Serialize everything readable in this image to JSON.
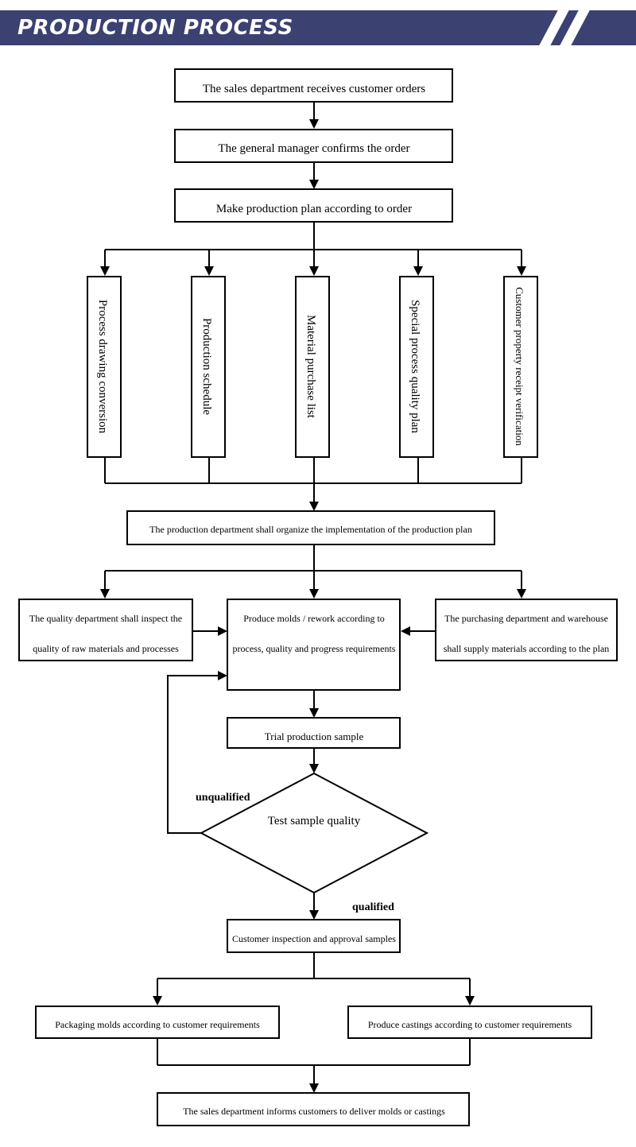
{
  "header": {
    "title": "PRODUCTION PROCESS"
  },
  "steps": {
    "receive_orders": "The sales department receives customer orders",
    "confirm_order": "The general manager confirms the order",
    "make_plan": "Make production plan according to order",
    "process_drawing": "Process drawing conversion",
    "production_schedule": "Production schedule",
    "material_purchase": "Material purchase list",
    "special_process": "Special process quality plan",
    "customer_property": "Customer property receipt verification",
    "organize_implementation": "The production department shall organize the implementation of the production plan",
    "quality_inspect_line1": "The quality department shall inspect the",
    "quality_inspect_line2": "quality of raw materials and processes",
    "produce_molds_line1": "Produce molds / rework according to",
    "produce_molds_line2": "process, quality and progress requirements",
    "purchasing_line1": "The purchasing department and warehouse",
    "purchasing_line2": "shall supply materials according to the plan",
    "trial_sample": "Trial production sample",
    "test_quality": "Test sample quality",
    "customer_inspection": "Customer inspection and approval samples",
    "packaging_molds": "Packaging molds according to customer requirements",
    "produce_castings": "Produce castings according to customer requirements",
    "deliver": "The sales department informs customers to deliver molds or castings"
  },
  "labels": {
    "unqualified": "unqualified",
    "qualified": "qualified"
  },
  "colors": {
    "banner": "#3b4170",
    "banner_text": "#ffffff",
    "lines": "#000000"
  }
}
